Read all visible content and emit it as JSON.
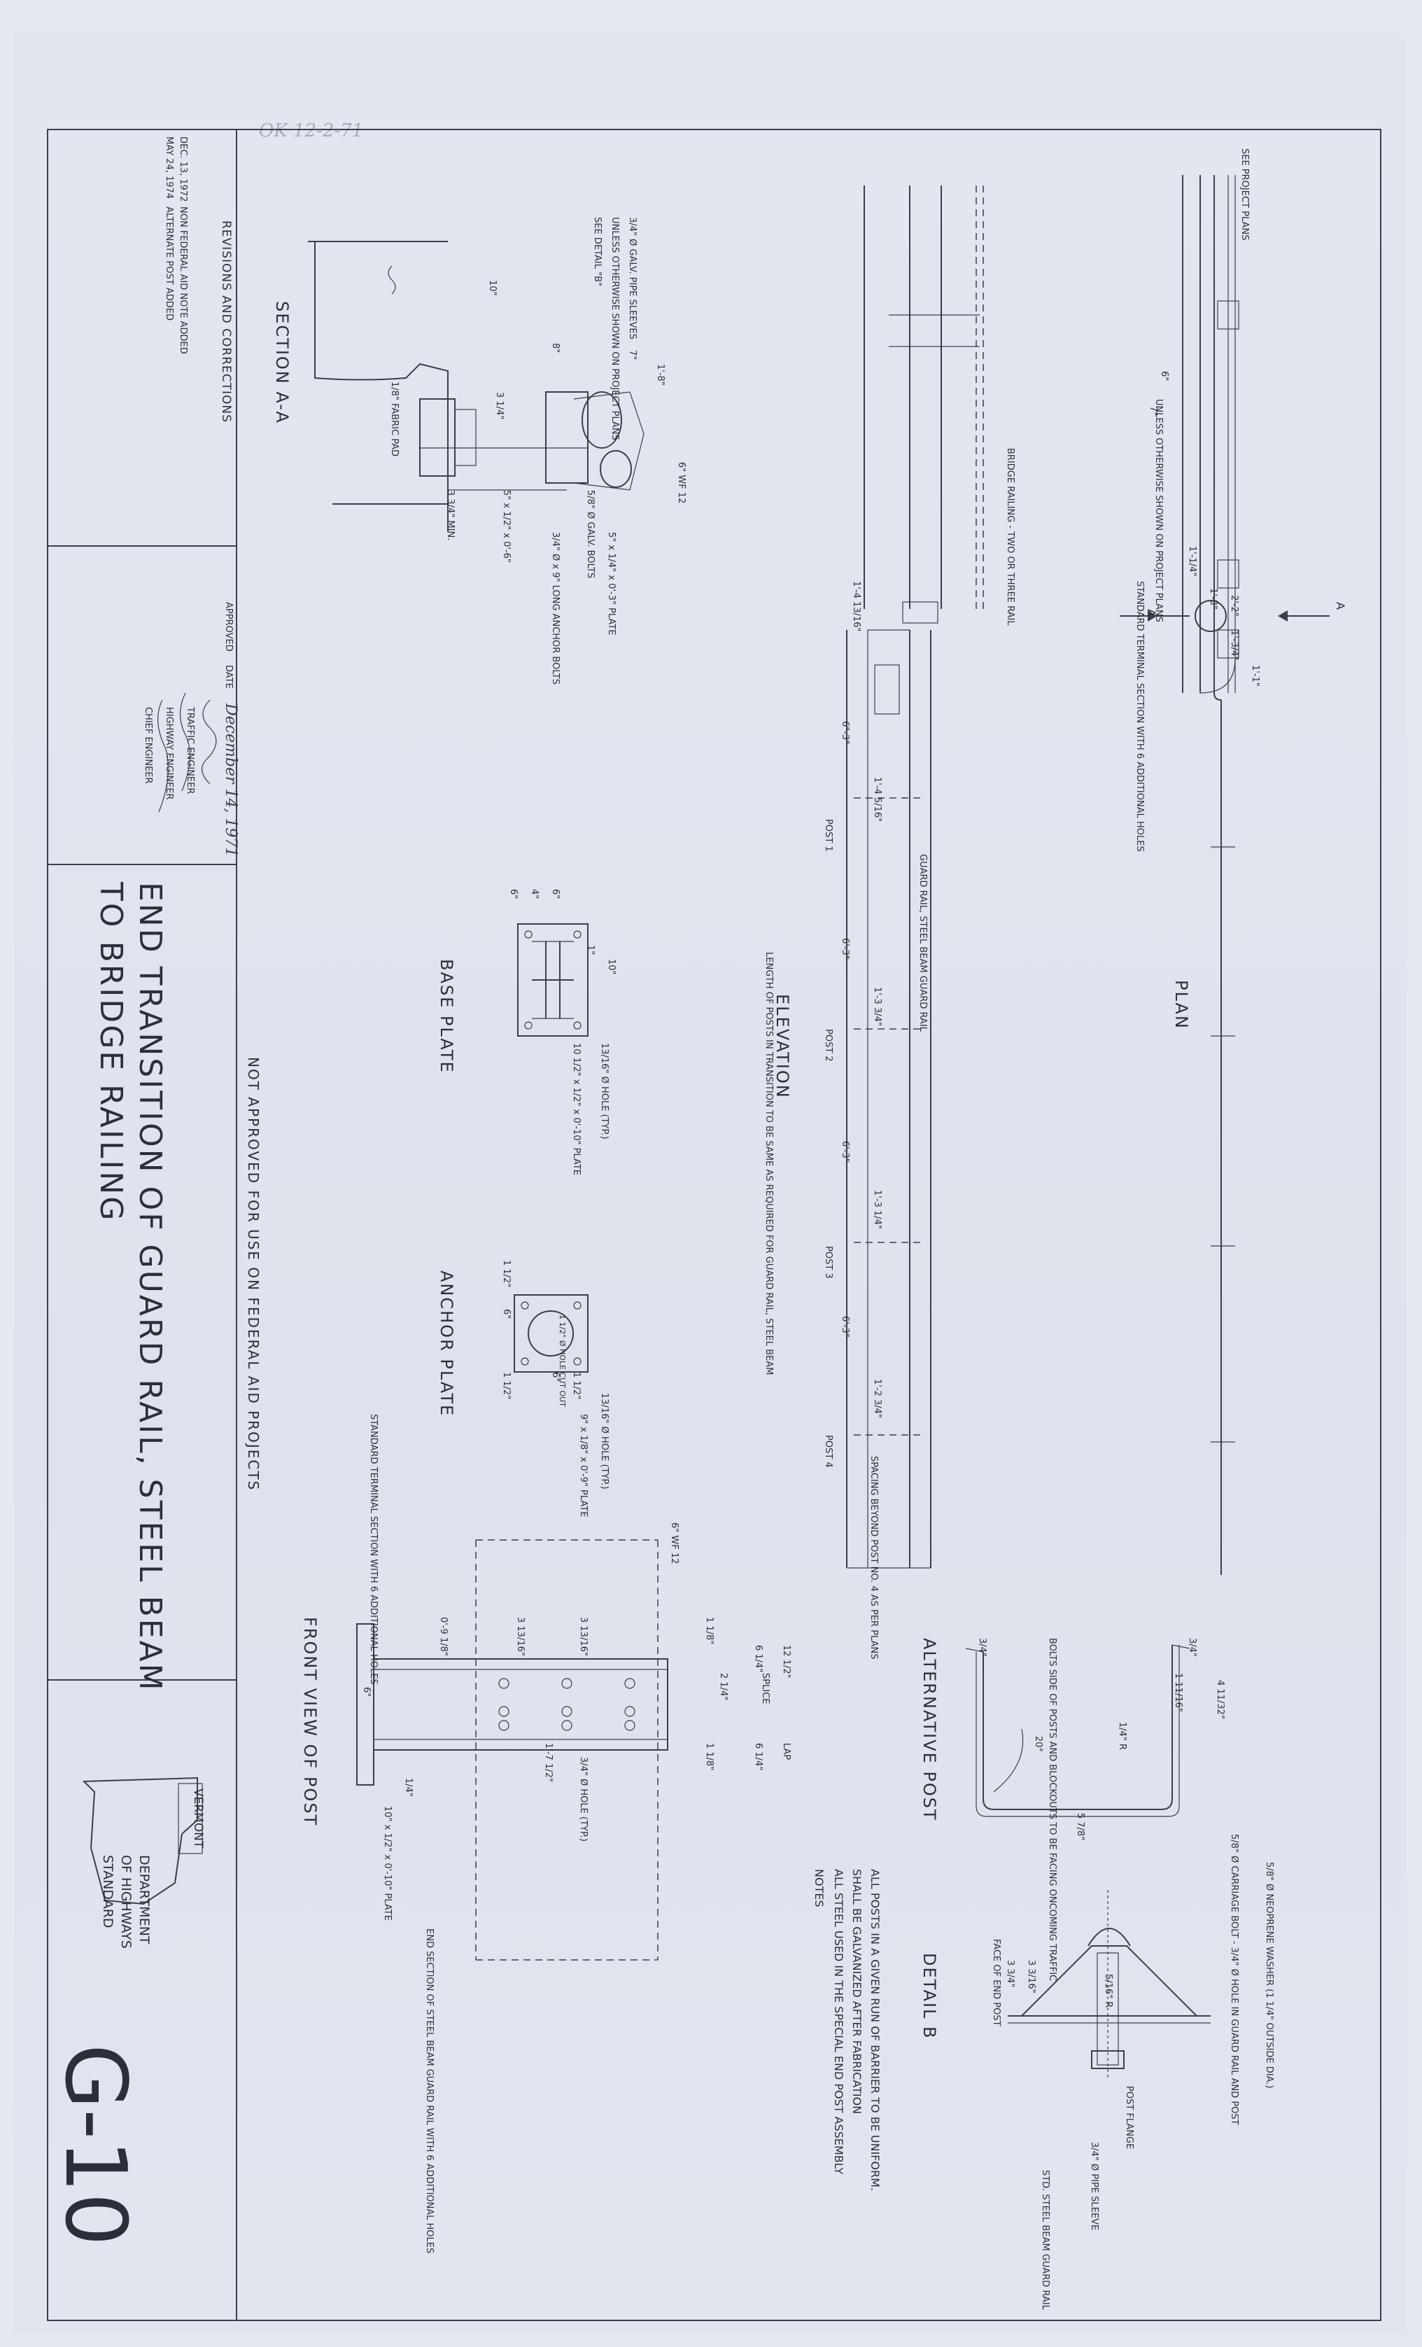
{
  "corner_pencil_note": "OK 12-2-71",
  "title_block": {
    "revisions_heading": "REVISIONS AND CORRECTIONS",
    "revisions": [
      {
        "date": "DEC. 13, 1972",
        "note": "NON FEDERAL AID NOTE ADDED"
      },
      {
        "date": "MAY 24, 1974",
        "note": "ALTERNATE POST ADDED"
      }
    ],
    "approved_label": "APPROVED",
    "date_label": "DATE",
    "approval_date": "December 14, 1971",
    "signature_titles": [
      "TRAFFIC ENGINEER",
      "HIGHWAY ENGINEER",
      "CHIEF ENGINEER"
    ],
    "title_line1": "END TRANSITION OF GUARD RAIL, STEEL BEAM",
    "title_line2": "TO BRIDGE RAILING",
    "not_approved": "NOT APPROVED FOR USE ON FEDERAL AID PROJECTS",
    "state_label": "VERMONT",
    "agency_lines": [
      "DEPARTMENT",
      "OF HIGHWAYS",
      "STANDARD"
    ],
    "sheet_number": "G-10"
  },
  "views": {
    "plan": {
      "title": "PLAN",
      "labels": [
        "SEE PROJECT PLANS",
        "UNLESS OTHERWISE SHOWN ON PROJECT PLANS",
        "STANDARD TERMINAL SECTION WITH 6 ADDITIONAL HOLES"
      ],
      "dims": [
        "6\"",
        "7\"",
        "1'-1/4\"",
        "1'-8\"",
        "2'-2\"",
        "1'-3/4\"",
        "1'-1\""
      ],
      "section_marks": [
        "A",
        "A"
      ]
    },
    "elevation": {
      "title": "ELEVATION",
      "labels": [
        "BRIDGE RAILING - TWO OR THREE RAIL",
        "GUARD RAIL, STEEL BEAM GUARD RAIL",
        "LENGTH OF POSTS IN TRANSITION TO BE SAME AS REQUIRED FOR GUARD RAIL, STEEL BEAM",
        "SPACING BEYOND POST NO. 4 AS PER PLANS"
      ],
      "posts": [
        "POST 1",
        "POST 2",
        "POST 3",
        "POST 4"
      ],
      "dims": [
        "1'-4 13/16\"",
        "6\"-3\"",
        "1'-4 5/16\"",
        "6'-3\"",
        "1'-3 3/4\"",
        "6'-3\"",
        "1'-3 1/4\"",
        "6'-3\"",
        "1'-2 3/4\""
      ]
    },
    "section_aa": {
      "title": "SECTION A-A",
      "labels": [
        "3/4\" Ø GALV. PIPE SLEEVES",
        "UNLESS OTHERWISE SHOWN ON PROJECT PLANS",
        "SEE DETAIL \"B\"",
        "6\" WF 12",
        "5/8\" Ø GALV. BOLTS",
        "5\" x 1/4\" x 0'-3\" PLATE",
        "3/4\" Ø x 9\" LONG ANCHOR BOLTS",
        "1/8\" FABRIC PAD",
        "3 3/4\" MIN.",
        "5\" x 1/2\" x 0'-6\""
      ],
      "dims": [
        "10\"",
        "1'-8\"",
        "8\"",
        "7\"",
        "3 1/4\""
      ]
    },
    "base_plate": {
      "title": "BASE PLATE",
      "labels": [
        "13/16\" Ø HOLE (TYP.)",
        "10 1/2\" x 1/2\" x 0'-10\" PLATE"
      ],
      "dims": [
        "6\"",
        "10\"",
        "4\"",
        "1\"",
        "6\""
      ]
    },
    "anchor_plate": {
      "title": "ANCHOR PLATE",
      "labels": [
        "13/16\" Ø HOLE (TYP.)",
        "9\" x 1/8\" x 0'-9\" PLATE",
        "1 1/2\" Ø HOLE CUT OUT"
      ],
      "dims": [
        "1 1/2\"",
        "6\"",
        "1 1/2\"",
        "6\"",
        "1 1/2\""
      ]
    },
    "front_view": {
      "title": "FRONT VIEW OF POST",
      "labels": [
        "STANDARD TERMINAL SECTION WITH 6 ADDITIONAL HOLES",
        "6\" WF 12",
        "3/4\" Ø HOLE (TYP.)",
        "10\" x 1/2\" x 0'-10\" PLATE",
        "END SECTION OF STEEL BEAM GUARD RAIL WITH 6 ADDITIONAL HOLES",
        "SPLICE",
        "LAP"
      ],
      "dims": [
        "0'-9 1/8\"",
        "3 13/16\"",
        "3 13/16\"",
        "12 1/2\"",
        "6 1/4\"",
        "6 1/4\"",
        "1 1/8\"",
        "2 1/4\"",
        "1 1/8\"",
        "1'-7 1/2\"",
        "6\"",
        "1/4\""
      ]
    },
    "alternative_post": {
      "title": "ALTERNATIVE POST",
      "labels": [
        "BOLTS SIDE OF POSTS AND BLOCKOUTS TO BE FACING ONCOMING TRAFFIC",
        "1/4\" R"
      ],
      "dims": [
        "3/4\"",
        "3/4\"",
        "1 11/16\"",
        "4 11/32\"",
        "5 7/8\"",
        "20°"
      ]
    },
    "detail_b": {
      "title": "DETAIL B",
      "labels": [
        "5/8\" Ø CARRIAGE BOLT - 3/4\" Ø HOLE IN GUARD RAIL AND POST",
        "5/8\" Ø NEOPRENE WASHER (1 1/4\" OUTSIDE DIA.)",
        "FACE OF END POST",
        "POST FLANGE",
        "3/4\" Ø PIPE SLEEVE",
        "STD. STEEL BEAM GUARD RAIL",
        "5/16\" R"
      ],
      "dims": [
        "3 3/4\"",
        "3 3/16\""
      ]
    },
    "notes": {
      "heading": "NOTES",
      "lines": [
        "ALL STEEL USED IN THE SPECIAL END POST ASSEMBLY",
        "SHALL BE GALVANIZED AFTER FABRICATION",
        "ALL POSTS IN A GIVEN RUN OF BARRIER TO BE UNIFORM."
      ]
    }
  }
}
